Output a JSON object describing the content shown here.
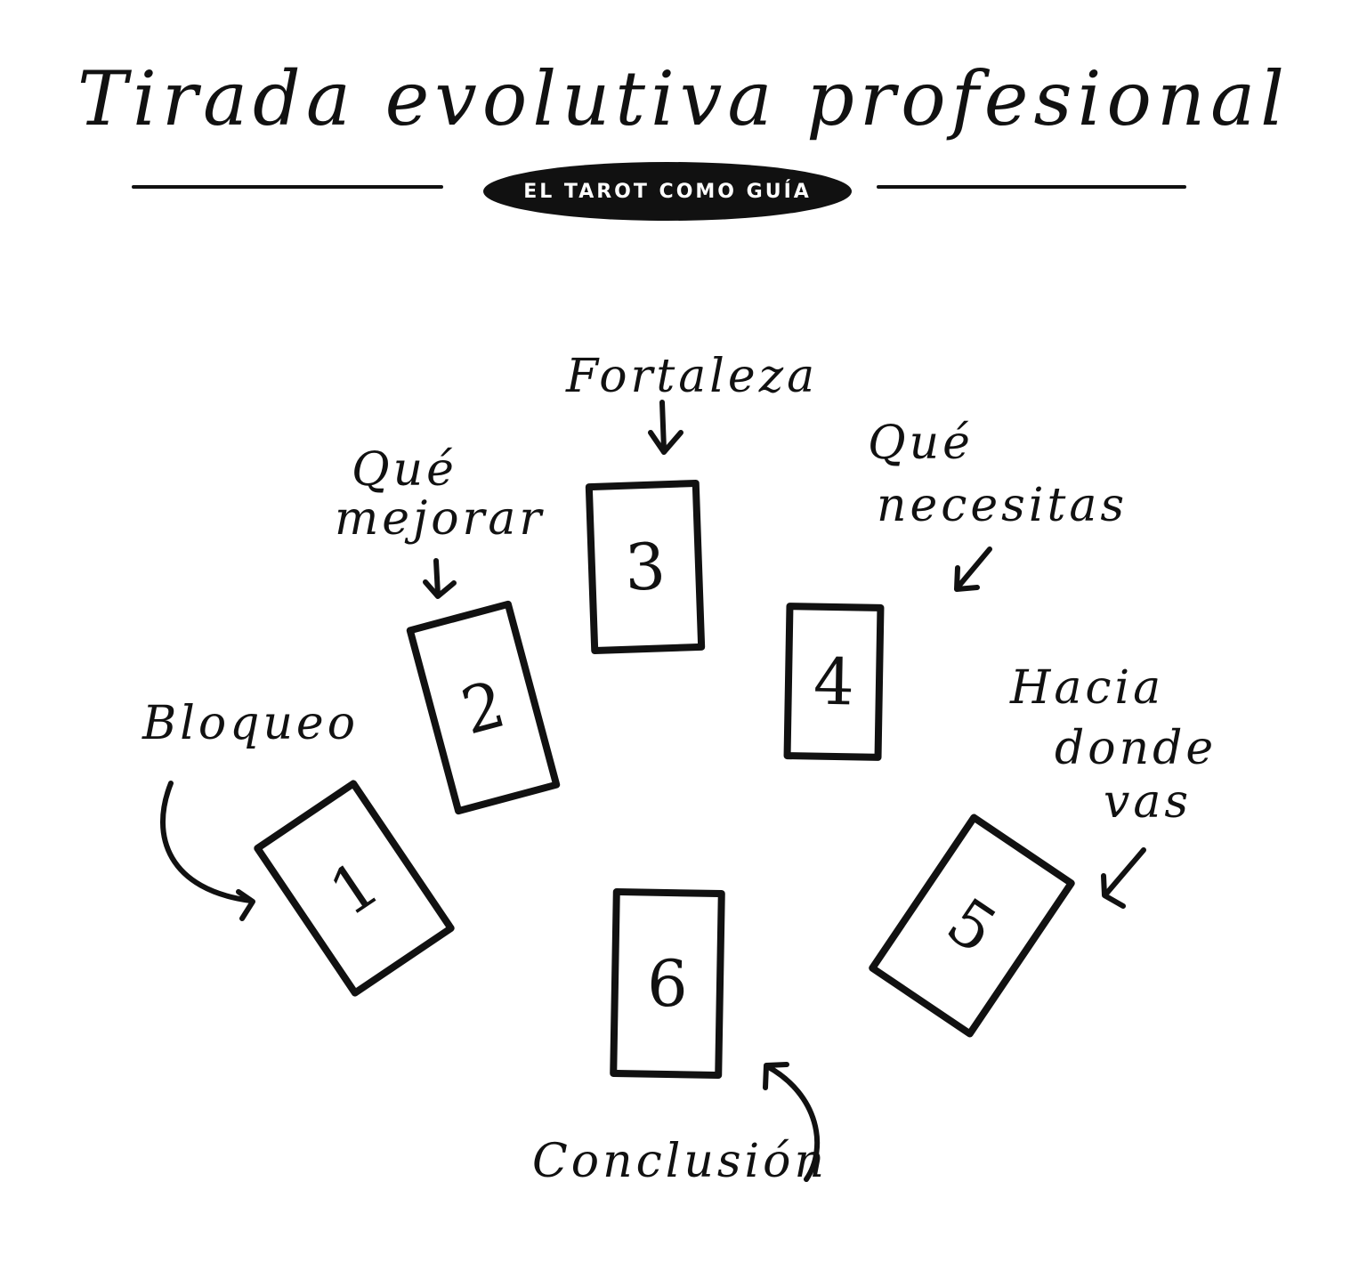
{
  "title": "Tirada evolutiva profesional",
  "badge": "EL TAROT COMO GUÍA",
  "cards": [
    {
      "number": "1",
      "label_lines": [
        "Bloqueo"
      ]
    },
    {
      "number": "2",
      "label_lines": [
        "Qué",
        "mejorar"
      ]
    },
    {
      "number": "3",
      "label_lines": [
        "Fortaleza"
      ]
    },
    {
      "number": "4",
      "label_lines": [
        "Qué",
        "necesitas"
      ]
    },
    {
      "number": "5",
      "label_lines": [
        "Hacia",
        "donde",
        "vas"
      ]
    },
    {
      "number": "6",
      "label_lines": [
        "Conclusión"
      ]
    }
  ]
}
